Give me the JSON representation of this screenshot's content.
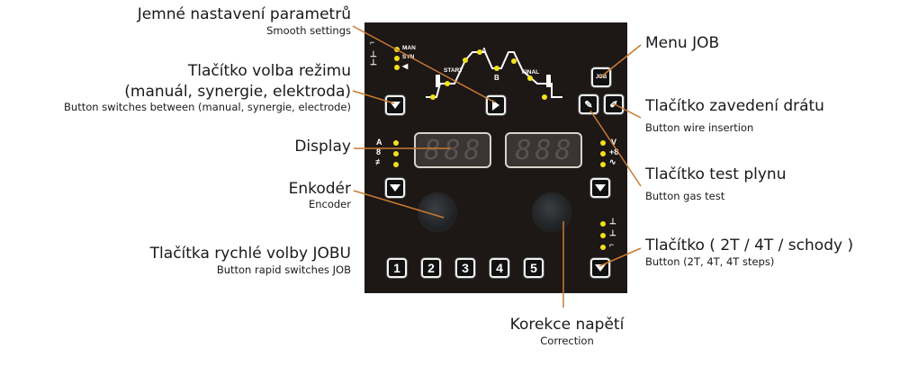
{
  "colors": {
    "panel": "#1d1716",
    "led": "#f2e01b",
    "leader": "#c87a30"
  },
  "labels": {
    "smooth": {
      "cz": "Jemné nastavení parametrů",
      "en": "Smooth settings"
    },
    "mode": {
      "cz1": "Tlačítko volba režimu",
      "cz2": "(manuál, synergie, elektroda)",
      "en": "Button switches between (manual, synergie, electrode)"
    },
    "display": {
      "cz": "Display"
    },
    "encoder": {
      "cz": "Enkodér",
      "en": "Encoder"
    },
    "rapid": {
      "cz": "Tlačítka rychlé volby JOBU",
      "en": "Button rapid switches JOB"
    },
    "correction": {
      "cz": "Korekce napětí",
      "en": "Correction"
    },
    "menu_job": {
      "cz": "Menu JOB"
    },
    "wire": {
      "cz": "Tlačítko zavedení drátu",
      "en": "Button wire insertion"
    },
    "gas": {
      "cz": "Tlačítko test plynu",
      "en": "Button gas test"
    },
    "trigger": {
      "cz": "Tlačítko ( 2T / 4T / schody )",
      "en": "Button (2T, 4T, 4T steps)"
    }
  },
  "panel": {
    "mode_leds": [
      "MAN",
      "SYN",
      ""
    ],
    "curve_labels": {
      "start": "START",
      "a": "A",
      "b": "B",
      "final": "FINAL"
    },
    "left_units": [
      "A",
      "",
      ""
    ],
    "right_units": [
      "V",
      "",
      ""
    ],
    "display_left": [
      "8",
      "8",
      "8"
    ],
    "display_right": [
      "8",
      "8",
      "8"
    ],
    "job_button": "JOB",
    "job_keys": [
      "1",
      "2",
      "3",
      "4",
      "5"
    ]
  }
}
